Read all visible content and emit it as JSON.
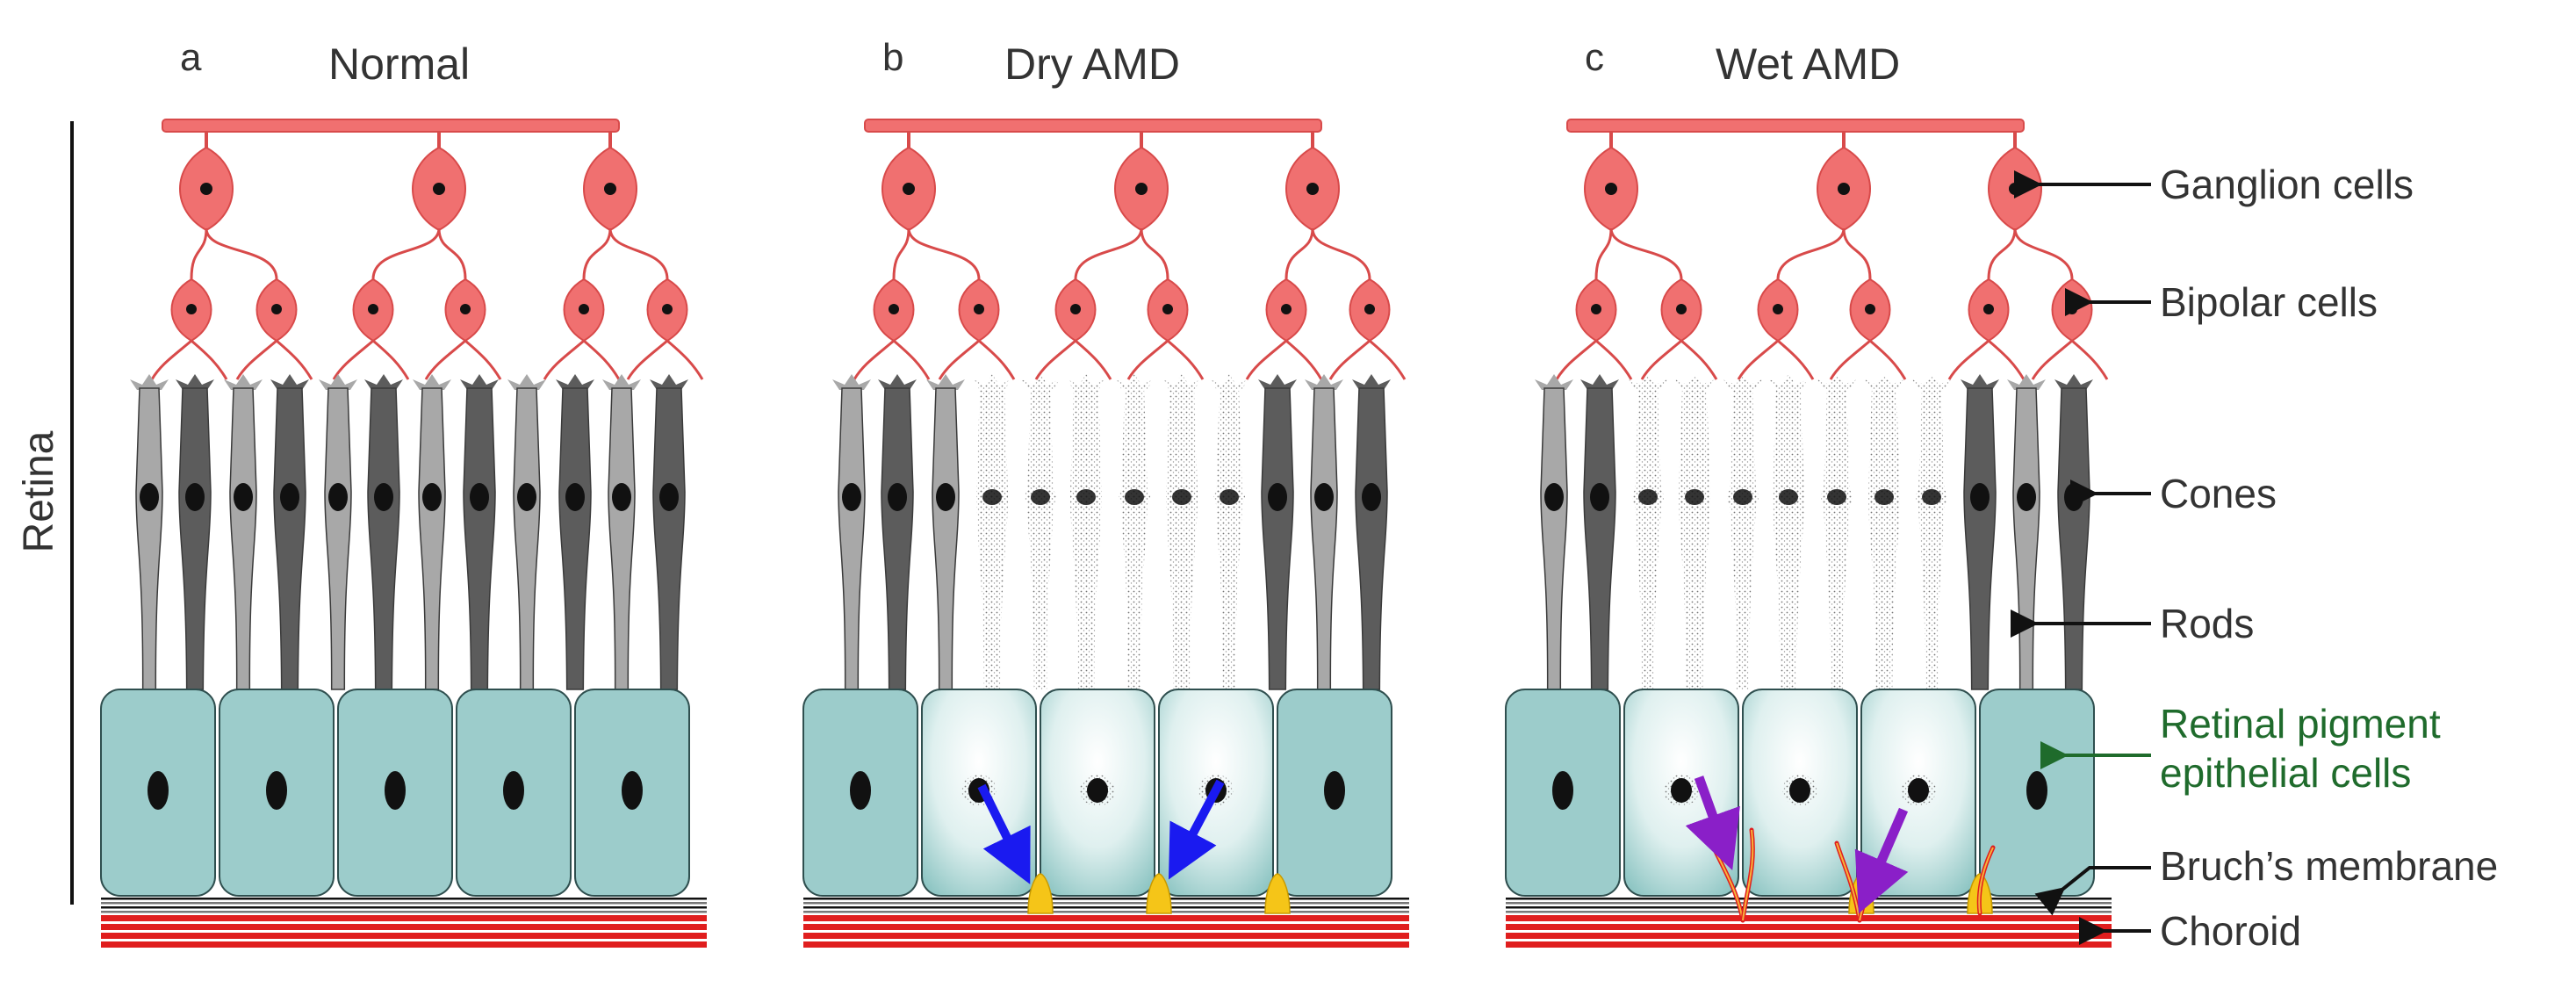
{
  "side_label": "Retina",
  "panels": [
    {
      "letter": "a",
      "title": "Normal",
      "state": "normal"
    },
    {
      "letter": "b",
      "title": "Dry AMD",
      "state": "dry"
    },
    {
      "letter": "c",
      "title": "Wet AMD",
      "state": "wet"
    }
  ],
  "labels": {
    "ganglion": "Ganglion cells",
    "bipolar": "Bipolar cells",
    "cones": "Cones",
    "rods": "Rods",
    "rpe_line1": "Retinal pigment",
    "rpe_line2": "epithelial cells",
    "bruch": "Bruch’s membrane",
    "choroid": "Choroid"
  },
  "colors": {
    "neuron": "#f07070",
    "neuron_stroke": "#d84a4a",
    "nucleus": "#111111",
    "rod": "#a8a8a8",
    "cone": "#5c5c5c",
    "rpe": "#9ccccb",
    "rpe_stroke": "#2f4f4f",
    "choroid": "#e01e1e",
    "drusen": "#f5c518",
    "dry_arrow": "#1a1af0",
    "wet_arrow": "#8a1fc8",
    "rpe_label": "#1f6b2c",
    "text": "#333333"
  }
}
